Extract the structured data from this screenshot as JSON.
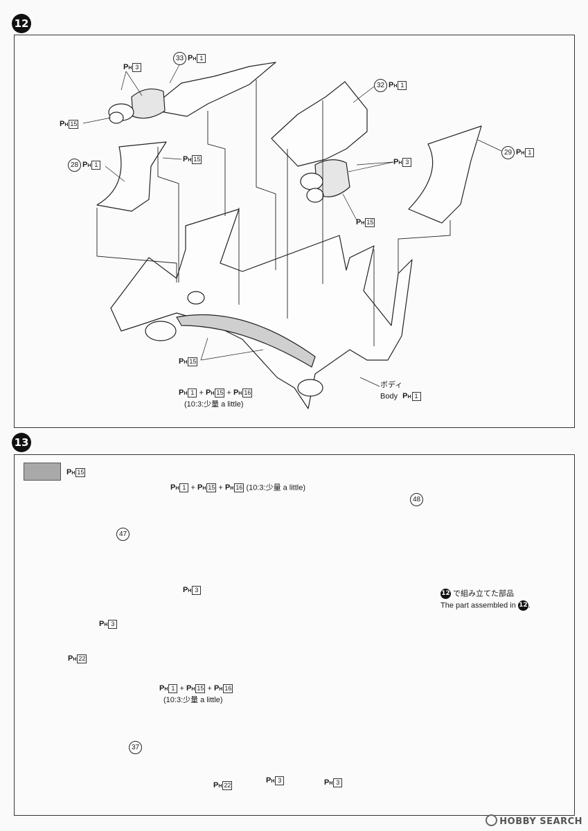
{
  "step12": {
    "badge": "12",
    "labels": {
      "part33_num": "33",
      "pf_top": "P",
      "pf_sub": "H",
      "c1": "1",
      "c3": "3",
      "c15": "15",
      "c16": "16",
      "c22": "22",
      "part32_num": "32",
      "part28_num": "28",
      "part29_num": "29",
      "mix_plus": "+",
      "mix_note": "(10:3:少量 a little)",
      "body_jp": "ボディ",
      "body_en": "Body"
    }
  },
  "step13": {
    "badge": "13",
    "legend_color": "#a9a9a9",
    "labels": {
      "part47_num": "47",
      "part48_num": "48",
      "part37_num": "37",
      "mix_note_top": "(10:3:少量 a little)",
      "mix_note_mid": "(10:3:少量 a little)",
      "assembled_jp": "で組み立てた部品",
      "assembled_en": "The part assembled in",
      "assembled_ref": "12"
    }
  },
  "watermark": {
    "brand": "HOBBY SEARCH"
  }
}
